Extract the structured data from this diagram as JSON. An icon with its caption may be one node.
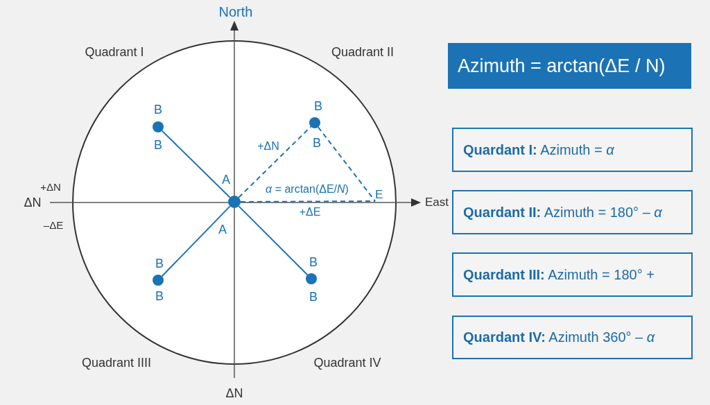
{
  "diagram": {
    "nodes": [
      {
        "text": [],
        "shape": "circle",
        "beside": [
          "B",
          "B"
        ]
      },
      {
        "text": [],
        "shape": "circle",
        "beside": [
          "B",
          "B"
        ]
      },
      {
        "text": [],
        "shape": "circle",
        "beside": [
          "A",
          "A"
        ]
      },
      {
        "text": [
          "E"
        ]
      },
      {
        "text": [],
        "shape": "circle",
        "beside": [
          "B",
          "B"
        ]
      },
      {
        "text": [],
        "shape": "circle",
        "beside": [
          "B",
          "B"
        ]
      },
      {
        "text": [
          "Azimuth = arctan(ΔE / N)"
        ]
      },
      {
        "text": [
          "**Quardant I:** Azimuth = *α*"
        ]
      },
      {
        "text": [
          "**Quardant II:** Azimuth = 180° – *α*"
        ]
      },
      {
        "text": [
          "**Quardant III:** Azimuth = 180° +"
        ]
      },
      {
        "text": [
          "**Quardant IV:** Azimuth 360° – *α*"
        ]
      }
    ],
    "edges": [
      {
        "from": 2,
        "to": 0,
        "arrow": "none"
      },
      {
        "from": 2,
        "to": 1,
        "arrow": "none",
        "style": "dashed",
        "label": "+ΔN"
      },
      {
        "from": 1,
        "to": 3,
        "arrow": "none",
        "style": "dashed"
      },
      {
        "from": 2,
        "to": 3,
        "arrow": "none",
        "style": "dashed",
        "label": "+ΔE"
      },
      {
        "from": 2,
        "to": 4,
        "arrow": "none"
      },
      {
        "from": 2,
        "to": 5,
        "arrow": "none"
      }
    ],
    "labels": [
      "North",
      "Quadrant I",
      "Quadrant II",
      "+ΔN",
      "*α* = arctan(ΔE/*N*)",
      "ΔN",
      "East",
      "–ΔE",
      "Quadrant IIII",
      "Quadrant IV",
      "ΔN"
    ]
  }
}
